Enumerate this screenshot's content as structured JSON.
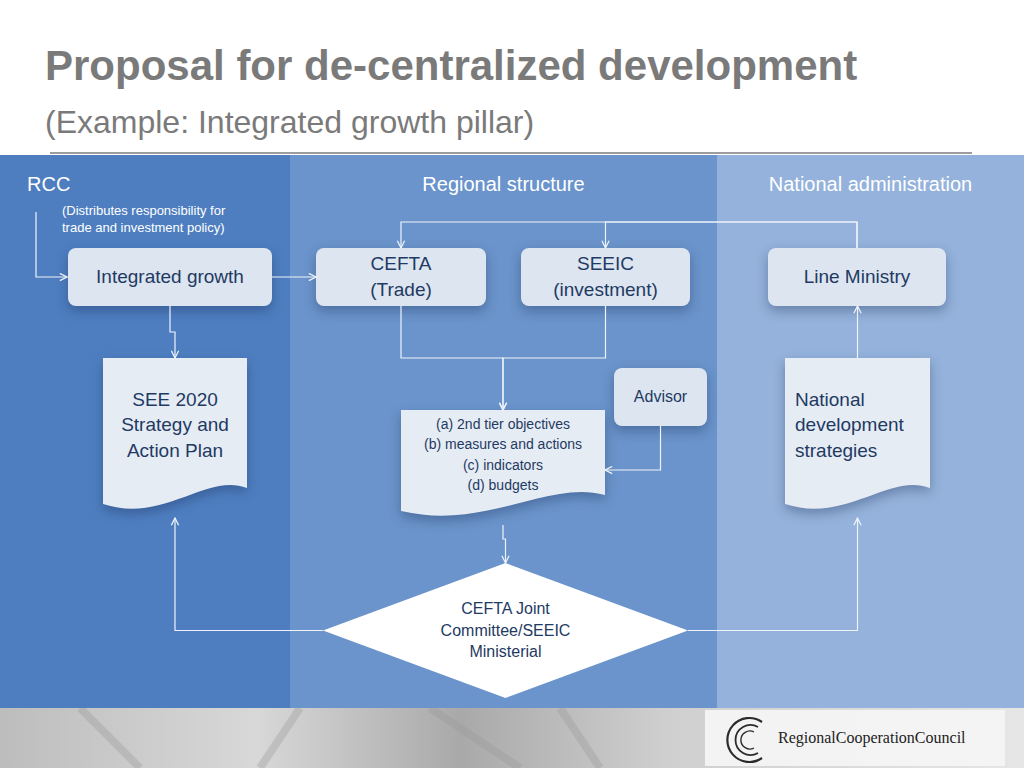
{
  "diagram": {
    "title": "Proposal for de-centralized development",
    "nodes": [
      {
        "text": [
          "RCC"
        ]
      },
      {
        "text": [
          "Integrated growth"
        ],
        "in": 0
      },
      {
        "text": [
          "SEE 2020 Strategy and Action Plan"
        ],
        "in": 0
      },
      {
        "text": [
          "Regional structure"
        ]
      },
      {
        "text": [
          "CEFTA (Trade)"
        ],
        "in": 3
      },
      {
        "text": [
          "SEEIC (investment)"
        ],
        "in": 3
      },
      {
        "text": [
          "Advisor"
        ],
        "in": 3
      },
      {
        "text": [
          "(a) 2nd tier objectives",
          "(b) measures and actions",
          "(c) indicators",
          "(d) budgets"
        ],
        "in": 3
      },
      {
        "text": [
          "CEFTA Joint Committee/SEEIC Ministerial"
        ],
        "in": 3
      },
      {
        "text": [
          "National administration"
        ]
      },
      {
        "text": [
          "Line Ministry"
        ],
        "in": 9
      },
      {
        "text": [
          "National development strategies"
        ],
        "in": 9
      }
    ],
    "edges": [
      {
        "from": 1,
        "to": 4,
        "arrow": "to"
      },
      {
        "from": 1,
        "to": 2,
        "arrow": "to"
      },
      {
        "from": 10,
        "to": 4,
        "arrow": "to"
      },
      {
        "from": 10,
        "to": 5,
        "arrow": "to"
      },
      {
        "from": 4,
        "to": 7,
        "arrow": "to"
      },
      {
        "from": 5,
        "to": 7,
        "arrow": "to"
      },
      {
        "from": 6,
        "to": 7,
        "arrow": "to"
      },
      {
        "from": 7,
        "to": 8,
        "arrow": "to"
      },
      {
        "from": 8,
        "to": 2,
        "arrow": "to"
      },
      {
        "from": 8,
        "to": 11,
        "arrow": "to"
      },
      {
        "from": 11,
        "to": 10,
        "arrow": "to"
      }
    ],
    "labels": [
      "(Example: Integrated growth pillar)",
      "(Distributes responsibility for trade and investment policy)",
      "RegionalCooperationCouncil"
    ]
  }
}
